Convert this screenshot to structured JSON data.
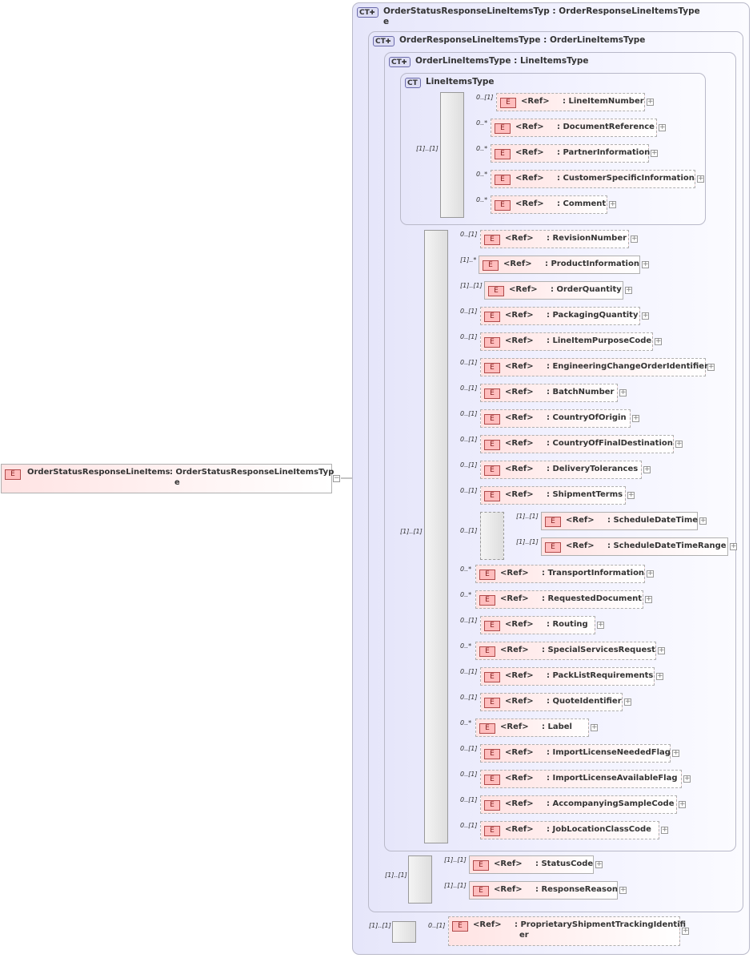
{
  "root": {
    "badge": "E",
    "name": "OrderStatusResponseLineItems",
    "type": ": OrderStatusResponseLineItemsTyp",
    "type_wrap": "e"
  },
  "ref_label": "<Ref>",
  "types": {
    "outer": {
      "badge": "CT",
      "label": "OrderStatusResponseLineItemsTyp : OrderResponseLineItemsType",
      "label_wrap": "e"
    },
    "t2": {
      "badge": "CT",
      "label": "OrderResponseLineItemsType : OrderLineItemsType"
    },
    "t3": {
      "badge": "CT",
      "label": "OrderLineItemsType : LineItemsType"
    },
    "t4": {
      "badge": "CT",
      "label": "LineItemsType"
    }
  },
  "line_items_type_elements": [
    {
      "card": "0..[1]",
      "name": ": LineItemNumber"
    },
    {
      "card": "0..*",
      "name": ": DocumentReference"
    },
    {
      "card": "0..*",
      "name": ": PartnerInformation"
    },
    {
      "card": "0..*",
      "name": ": CustomerSpecificInformation"
    },
    {
      "card": "0..*",
      "name": ": Comment"
    }
  ],
  "line_items_type_seq_card": "[1]..[1]",
  "order_line_items_seq_card": "[1]..[1]",
  "order_line_items_elements": [
    {
      "card": "0..[1]",
      "name": ": RevisionNumber"
    },
    {
      "card": "[1]..*",
      "name": ": ProductInformation"
    },
    {
      "card": "[1]..[1]",
      "name": ": OrderQuantity"
    },
    {
      "card": "0..[1]",
      "name": ": PackagingQuantity"
    },
    {
      "card": "0..[1]",
      "name": ": LineItemPurposeCode"
    },
    {
      "card": "0..[1]",
      "name": ": EngineeringChangeOrderIdentifier"
    },
    {
      "card": "0..[1]",
      "name": ": BatchNumber"
    },
    {
      "card": "0..[1]",
      "name": ": CountryOfOrigin"
    },
    {
      "card": "0..[1]",
      "name": ": CountryOfFinalDestination"
    },
    {
      "card": "0..[1]",
      "name": ": DeliveryTolerances"
    },
    {
      "card": "0..[1]",
      "name": ": ShipmentTerms"
    },
    {
      "card": "0..*",
      "name": ": TransportInformation"
    },
    {
      "card": "0..*",
      "name": ": RequestedDocument"
    },
    {
      "card": "0..[1]",
      "name": ": Routing"
    },
    {
      "card": "0..*",
      "name": ": SpecialServicesRequest"
    },
    {
      "card": "0..[1]",
      "name": ": PackListRequirements"
    },
    {
      "card": "0..[1]",
      "name": ": QuoteIdentifier"
    },
    {
      "card": "0..*",
      "name": ": Label"
    },
    {
      "card": "0..[1]",
      "name": ": ImportLicenseNeededFlag"
    },
    {
      "card": "0..[1]",
      "name": ": ImportLicenseAvailableFlag"
    },
    {
      "card": "0..[1]",
      "name": ": AccompanyingSampleCode"
    },
    {
      "card": "0..[1]",
      "name": ": JobLocationClassCode"
    }
  ],
  "schedule_choice_card": "0..[1]",
  "schedule_elements": [
    {
      "card": "[1]..[1]",
      "name": ": ScheduleDateTime"
    },
    {
      "card": "[1]..[1]",
      "name": ": ScheduleDateTimeRange"
    }
  ],
  "order_response_seq_card": "[1]..[1]",
  "order_response_elements": [
    {
      "card": "[1]..[1]",
      "name": ": StatusCode"
    },
    {
      "card": "[1]..[1]",
      "name": ": ResponseReason"
    }
  ],
  "outer_seq_card": "[1]..[1]",
  "outer_elements": [
    {
      "card": "0..[1]",
      "name": ": ProprietaryShipmentTrackingIdentifi",
      "name_wrap": "er"
    }
  ],
  "colors": {
    "element_badge": "#ffbdbd",
    "complex_type_bg": "#e6e6fa",
    "border": "#b0b0b0"
  }
}
